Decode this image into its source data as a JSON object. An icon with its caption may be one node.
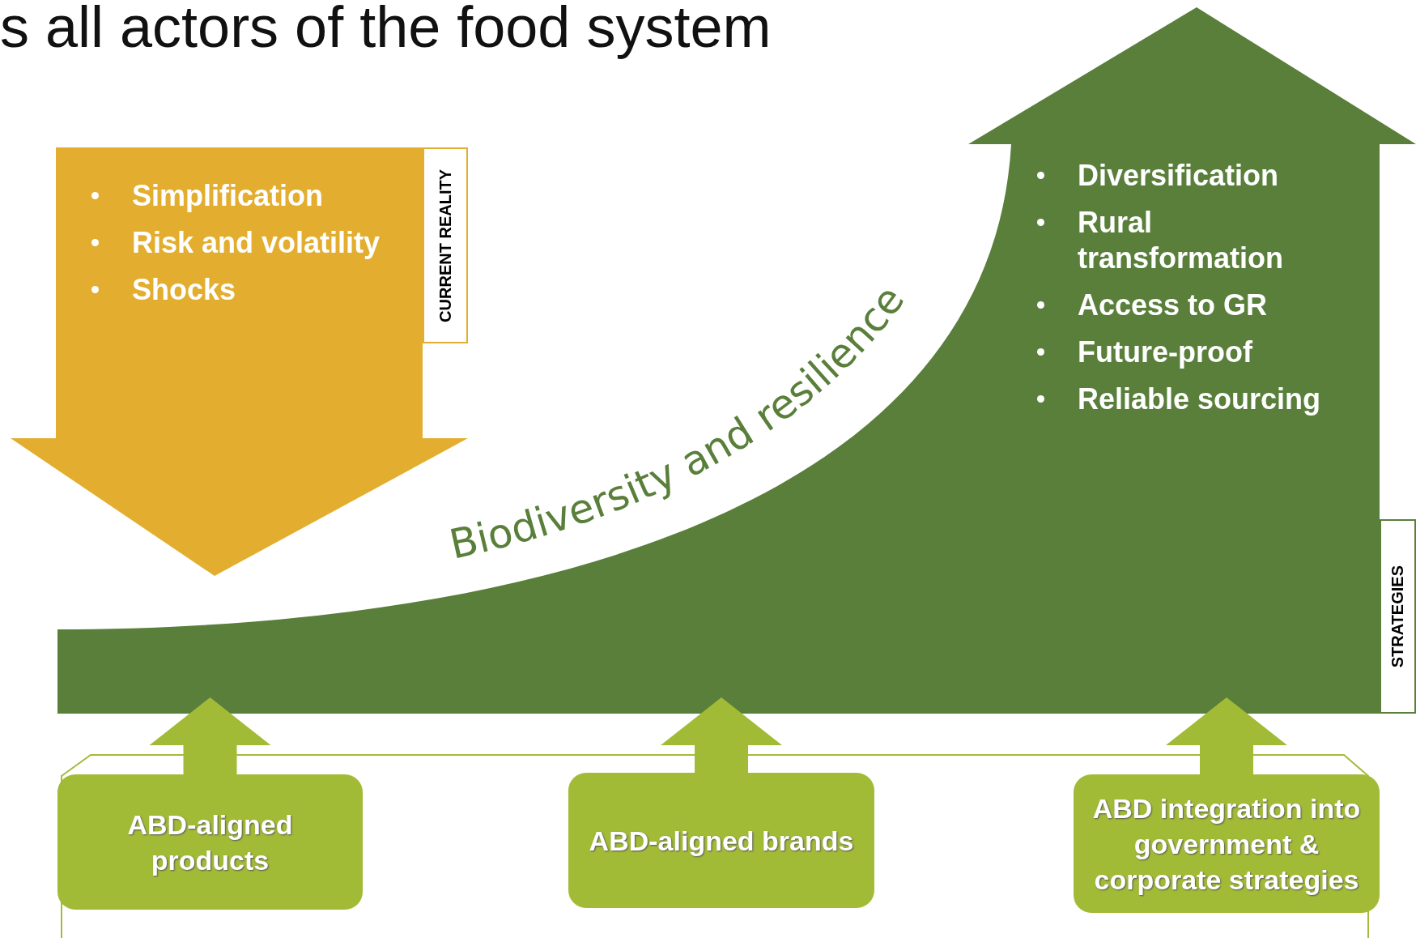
{
  "diagram": {
    "title": "s all actors of the food system",
    "nodes": [
      {
        "text": [
          "Simplification",
          "Risk and volatility",
          "Shocks"
        ],
        "beside": [
          "CURRENT REALITY"
        ]
      },
      {
        "text": [
          "Diversification",
          "Rural transformation",
          "Access to GR",
          "Future-proof",
          "Reliable sourcing"
        ],
        "beside": [
          "STRATEGIES"
        ]
      },
      {
        "text": [
          "ABD-aligned products"
        ]
      },
      {
        "text": [
          "ABD-aligned brands"
        ]
      },
      {
        "text": [
          "ABD integration into government & corporate strategies"
        ]
      }
    ],
    "edges": [
      {
        "from": 2,
        "to": 1,
        "arrow": "to"
      },
      {
        "from": 3,
        "to": 1,
        "arrow": "to"
      },
      {
        "from": 4,
        "to": 1,
        "arrow": "to"
      }
    ],
    "labels": [
      "Biodiversity and resilience"
    ]
  }
}
